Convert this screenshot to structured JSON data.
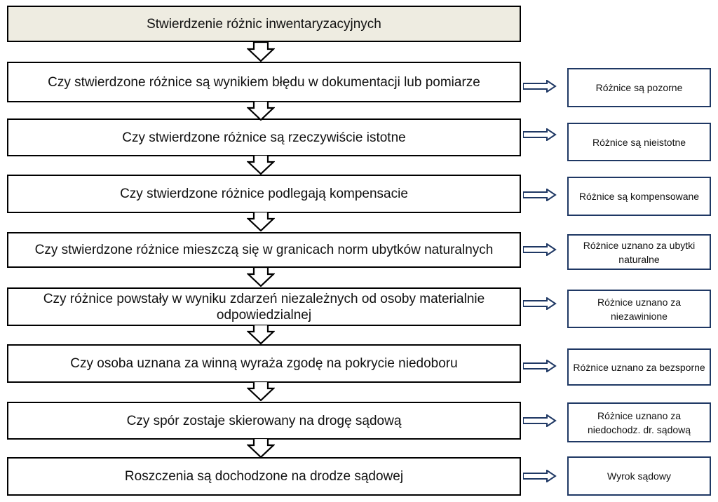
{
  "steps": [
    "Stwierdzenie różnic inwentaryzacyjnych",
    "Czy stwierdzone różnice są wynikiem błędu w dokumentacji lub pomiarze",
    "Czy stwierdzone różnice są rzeczywiście istotne",
    "Czy stwierdzone różnice podlegają kompensacie",
    "Czy stwierdzone różnice mieszczą się w granicach norm ubytków naturalnych",
    "Czy różnice powstały w wyniku zdarzeń niezależnych od osoby materialnie odpowiedzialnej",
    "Czy osoba uznana za winną wyraża zgodę na pokrycie niedoboru",
    "Czy spór zostaje skierowany na drogę sądową",
    "Roszczenia są dochodzone na drodze sądowej"
  ],
  "outcomes": [
    "Różnice są pozorne",
    "Różnice są nieistotne",
    "Różnice są kompensowane",
    "Różnice uznano za ubytki naturalne",
    "Różnice uznano za niezawinione",
    "Różnice uznano za bezsporne",
    "Różnice uznano za niedochodz. dr. sądową",
    "Wyrok sądowy"
  ]
}
